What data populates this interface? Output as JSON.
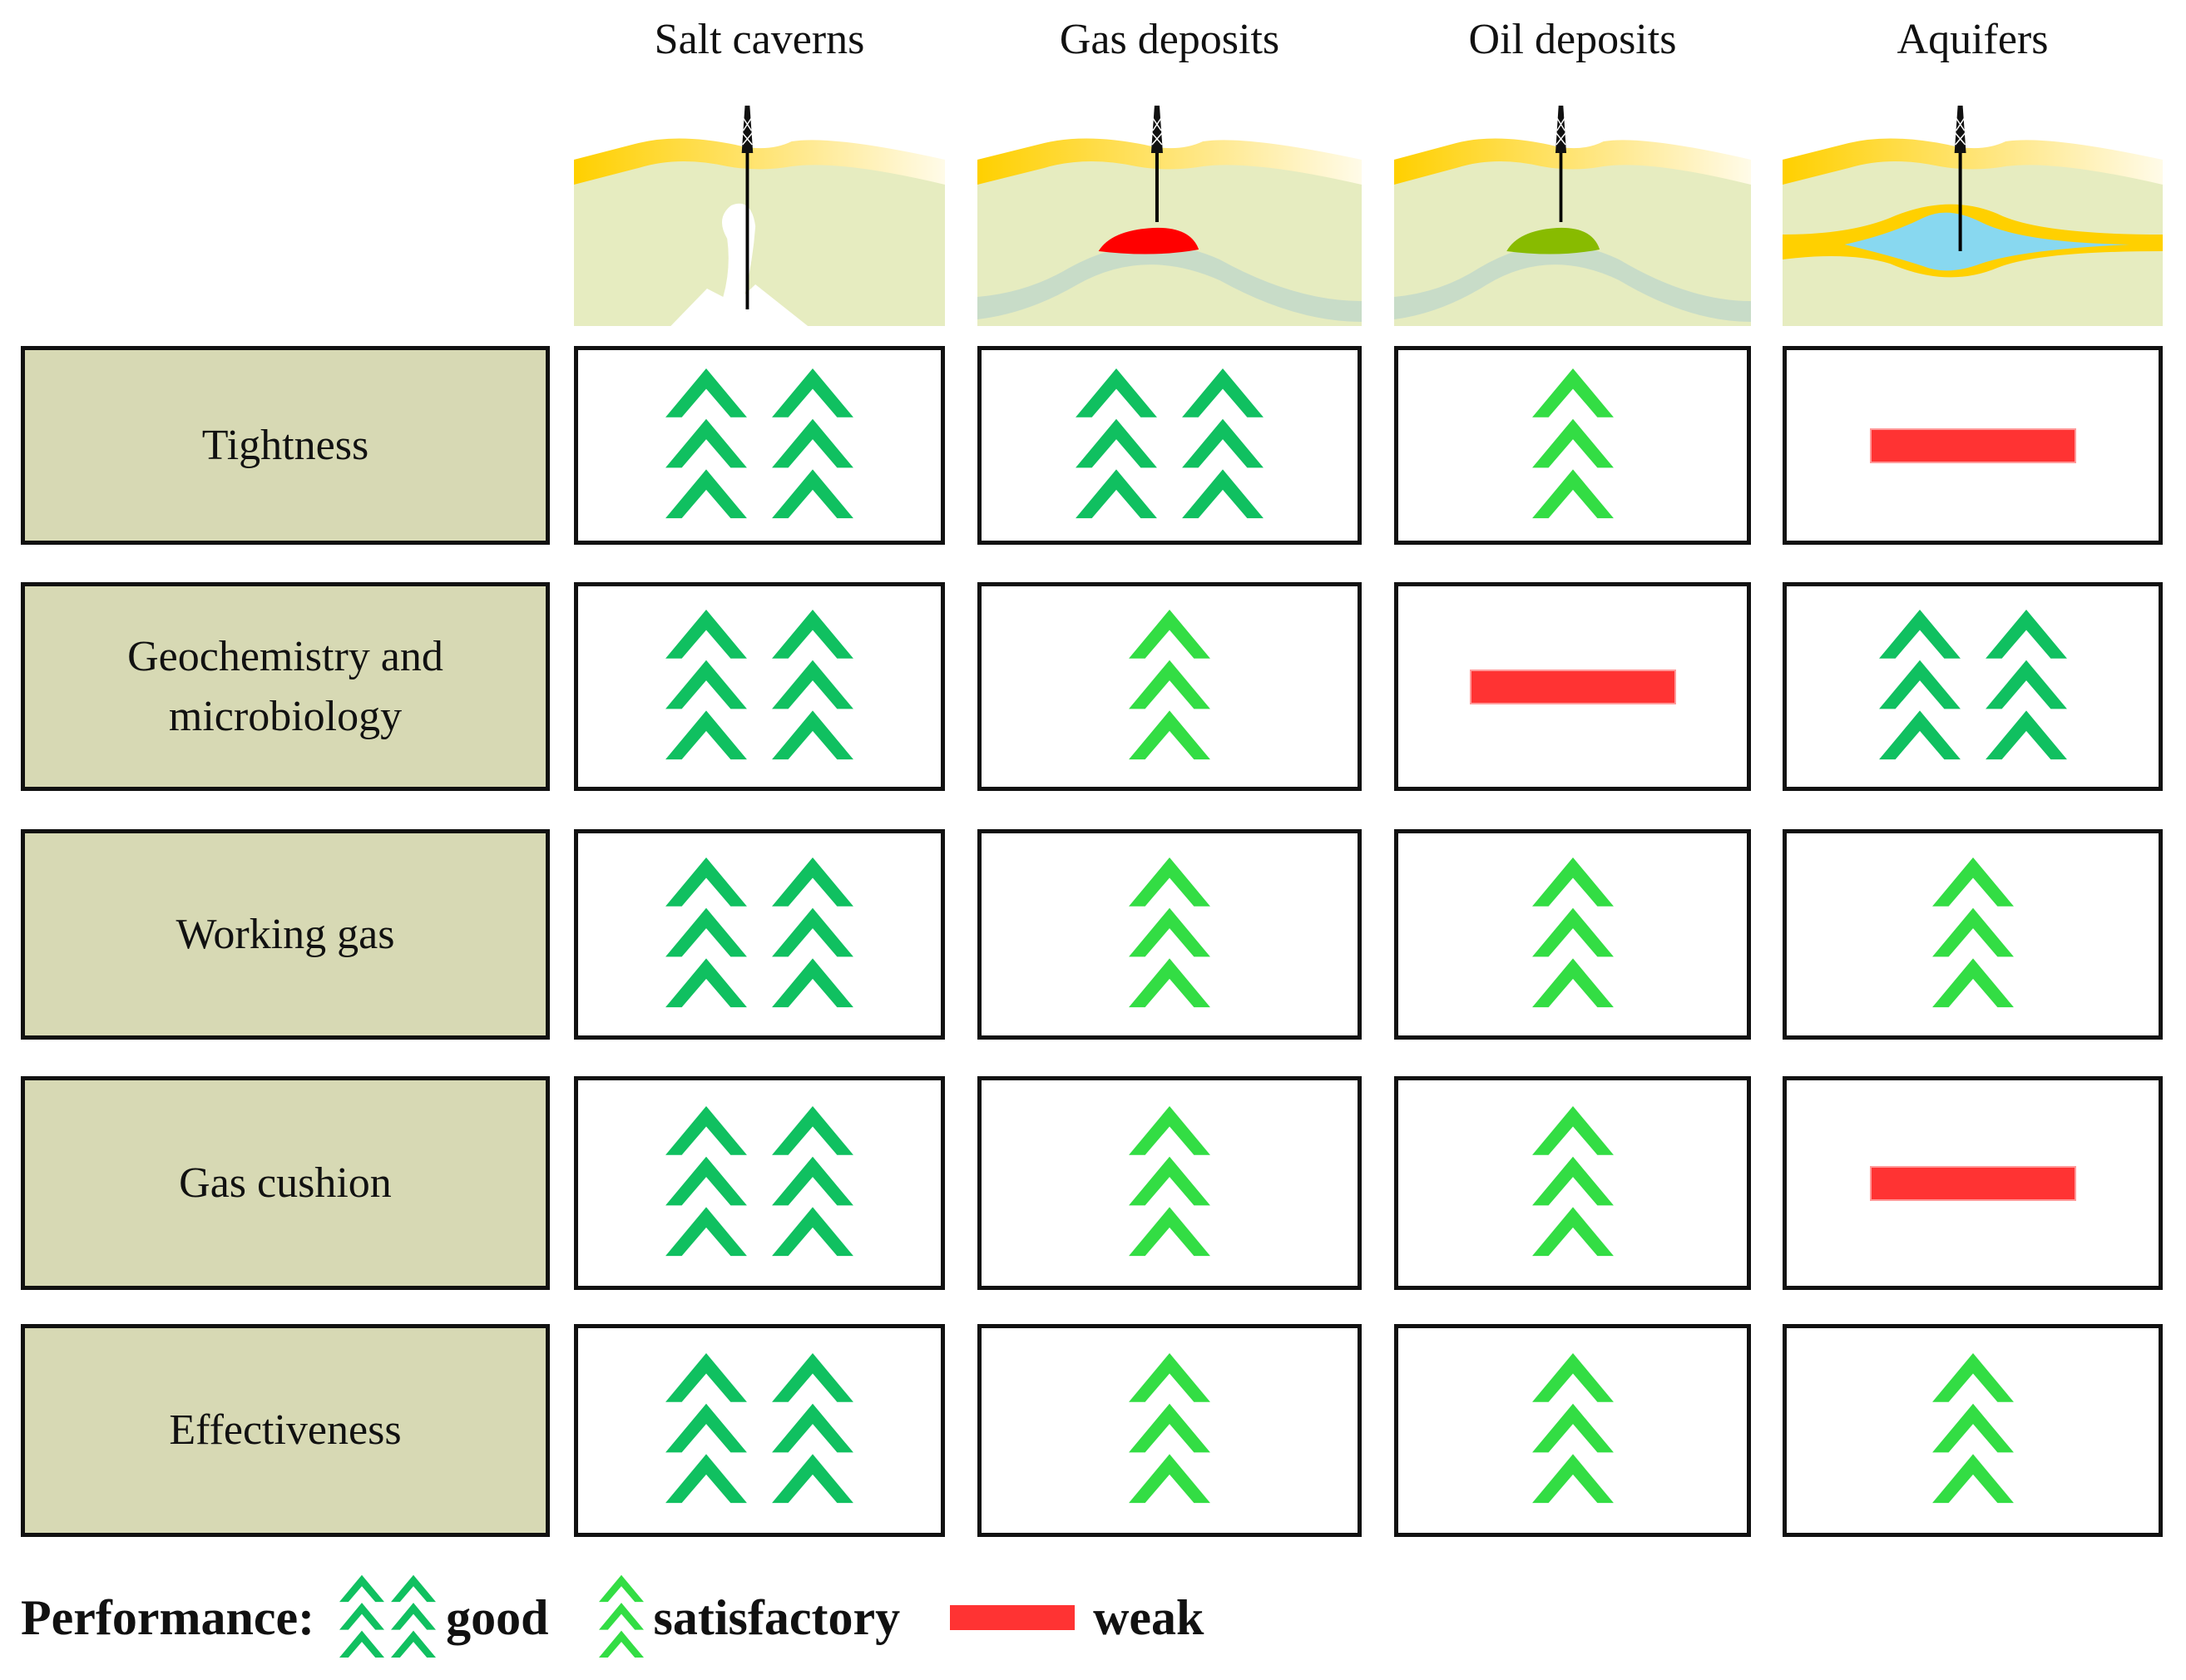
{
  "columns": [
    {
      "label": "Salt caverns",
      "illustration": "salt-cavern"
    },
    {
      "label": "Gas deposits",
      "illustration": "gas-deposit"
    },
    {
      "label": "Oil deposits",
      "illustration": "oil-deposit"
    },
    {
      "label": "Aquifers",
      "illustration": "aquifer"
    }
  ],
  "rows": [
    {
      "label": "Tightness",
      "ratings": [
        "good",
        "good",
        "satisfactory",
        "weak"
      ]
    },
    {
      "label": "Geochemistry and microbiology",
      "ratings": [
        "good",
        "satisfactory",
        "weak",
        "good"
      ]
    },
    {
      "label": "Working gas",
      "ratings": [
        "good",
        "satisfactory",
        "satisfactory",
        "satisfactory"
      ]
    },
    {
      "label": "Gas cushion",
      "ratings": [
        "good",
        "satisfactory",
        "satisfactory",
        "weak"
      ]
    },
    {
      "label": "Effectiveness",
      "ratings": [
        "good",
        "satisfactory",
        "satisfactory",
        "satisfactory"
      ]
    }
  ],
  "legend": {
    "title": "Performance:",
    "good": "good",
    "satisfactory": "satisfactory",
    "weak": "weak"
  },
  "colors": {
    "good": "#10c060",
    "satisfactory": "#33dd44",
    "weak": "#ff3333",
    "label_bg": "#d7d9b4",
    "gas": "#ff0000",
    "oil": "#88bb00",
    "water": "#88d8f0"
  }
}
